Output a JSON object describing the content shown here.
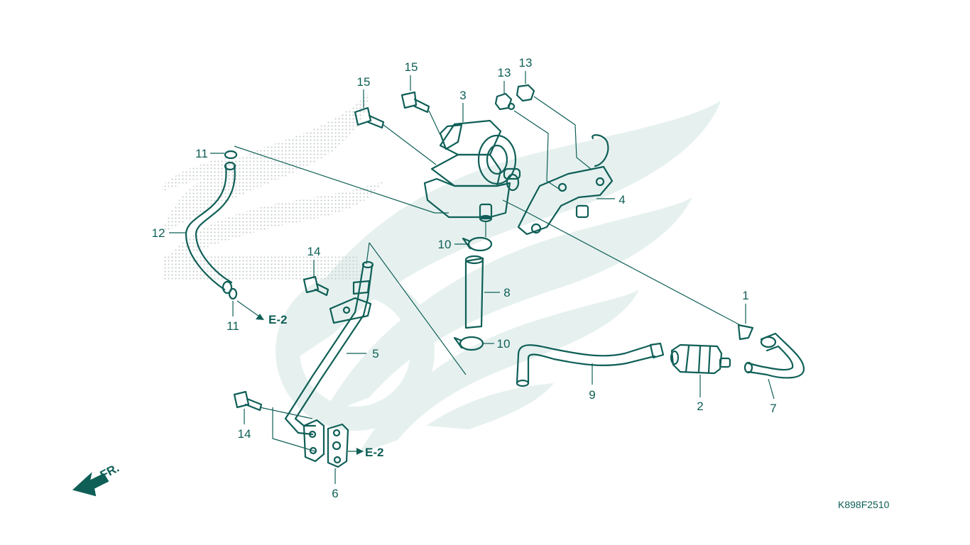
{
  "diagram": {
    "colors": {
      "ink": "#0f5f57",
      "watermark": "#e6f1ef",
      "dots": "#c9cfce"
    },
    "callouts": {
      "c1": "1",
      "c2": "2",
      "c3": "3",
      "c4": "4",
      "c5": "5",
      "c6": "6",
      "c7": "7",
      "c8": "8",
      "c9": "9",
      "c10a": "10",
      "c10b": "10",
      "c11a": "11",
      "c11b": "11",
      "c12": "12",
      "c13a": "13",
      "c13b": "13",
      "c14a": "14",
      "c14b": "14",
      "c15a": "15",
      "c15b": "15"
    },
    "references": {
      "ref_top": "E-2",
      "ref_bottom": "E-2"
    },
    "front_label": "FR.",
    "figure_code": "K898F2510"
  }
}
